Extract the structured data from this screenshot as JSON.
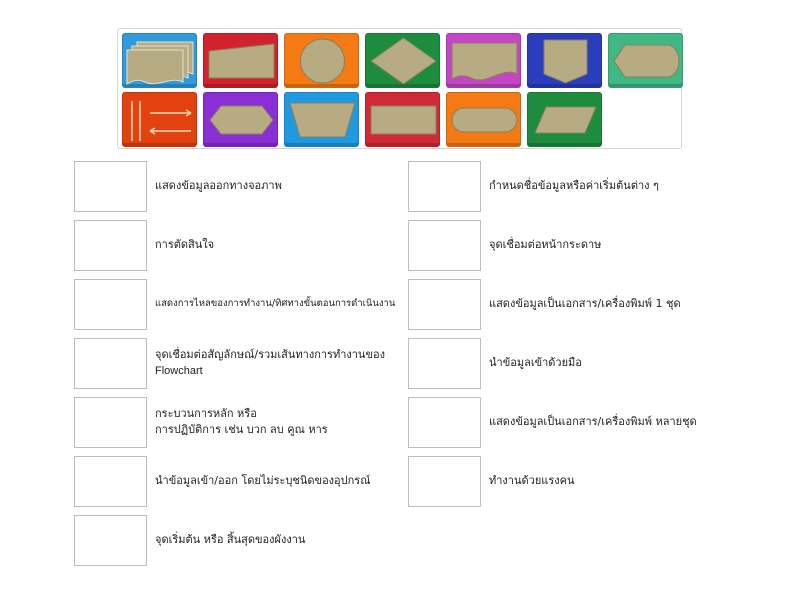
{
  "colors": {
    "shape_fill": "#b6ab82",
    "shape_stroke": "#8a7f5c",
    "slot_border": "#bdbdbd"
  },
  "tiles": [
    {
      "name": "multi-document-symbol",
      "color": "#2f9bdc"
    },
    {
      "name": "manual-input-symbol",
      "color": "#d2222d"
    },
    {
      "name": "connector-circle-symbol",
      "color": "#f57a13"
    },
    {
      "name": "decision-diamond-symbol",
      "color": "#1e8c3f"
    },
    {
      "name": "document-symbol",
      "color": "#c346c4"
    },
    {
      "name": "off-page-connector-symbol",
      "color": "#2a3dbd"
    },
    {
      "name": "display-symbol",
      "color": "#3fb883"
    },
    {
      "name": "flow-lines-symbol",
      "color": "#e2420f"
    },
    {
      "name": "preparation-hexagon-symbol",
      "color": "#8a2ed6"
    },
    {
      "name": "manual-operation-trapezoid-symbol",
      "color": "#1f9ae0"
    },
    {
      "name": "process-rectangle-symbol",
      "color": "#d12a37"
    },
    {
      "name": "terminator-symbol",
      "color": "#f57a13"
    },
    {
      "name": "input-output-parallelogram-symbol",
      "color": "#1e8c3f"
    }
  ],
  "left_items": [
    {
      "line1": "แสดงข้อมูลออกทางจอภาพ",
      "line2": ""
    },
    {
      "line1": "การตัดสินใจ",
      "line2": ""
    },
    {
      "line1": "แสดงการไหลของการทำงาน/ทิศทางขั้นตอนการดำเนินงาน",
      "line2": ""
    },
    {
      "line1": "จุดเชื่อมต่อสัญลักษณ์/รวมเส้นทางการทำงานของ",
      "line2": "Flowchart"
    },
    {
      "line1": "กระบวนการหลัก หรือ",
      "line2": "การปฏิบัติการ เช่น บวก ลบ คูณ หาร"
    },
    {
      "line1": "นำข้อมูลเข้า/ออก โดยไม่ระบุชนิดของอุปกรณ์",
      "line2": ""
    },
    {
      "line1": "จุดเริ่มต้น หรือ สิ้นสุดของผังงาน",
      "line2": ""
    }
  ],
  "right_items": [
    {
      "line1": "กำหนดชื่อข้อมูลหรือค่าเริ่มต้นต่าง ๆ"
    },
    {
      "line1": "จุดเชื่อมต่อหน้ากระดาษ"
    },
    {
      "line1": "แสดงข้อมูลเป็นเอกสาร/เครื่องพิมพ์ 1 ชุด"
    },
    {
      "line1": "นำข้อมูลเข้าด้วยมือ"
    },
    {
      "line1": "แสดงข้อมูลเป็นเอกสาร/เครื่องพิมพ์ หลายชุด"
    },
    {
      "line1": "ทำงานด้วยแรงคน"
    }
  ]
}
